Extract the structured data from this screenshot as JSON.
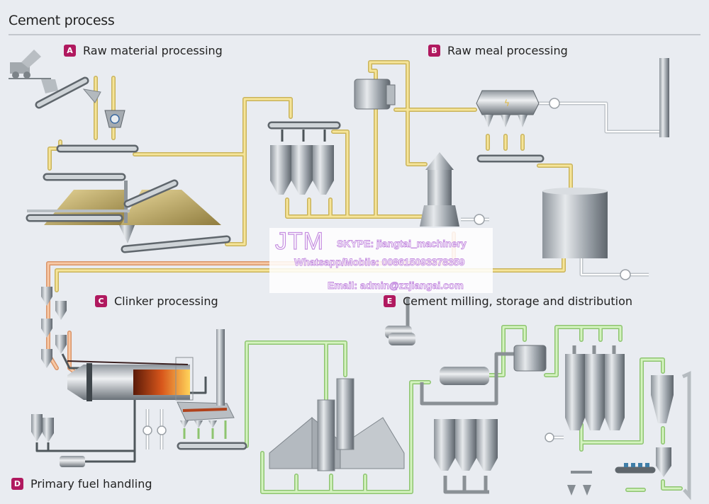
{
  "header": {
    "title": "Cement process"
  },
  "sections": [
    {
      "letter": "A",
      "label": "Raw material processing"
    },
    {
      "letter": "B",
      "label": "Raw meal processing"
    },
    {
      "letter": "C",
      "label": "Clinker processing"
    },
    {
      "letter": "D",
      "label": "Primary fuel handling"
    },
    {
      "letter": "E",
      "label": "Cement milling, storage and distribution"
    }
  ],
  "watermark": {
    "brand": "JTM",
    "skype": "SKYPE: jiangtai_machinery",
    "whatsapp": "Whatsapp/Mobile: 008615093378359",
    "email": "Email: admin@zzjiangai.com"
  },
  "colors": {
    "badge": "#b0195f",
    "raw_flow": "#f3dc7a",
    "clinker_flow": "#f2b58c",
    "cement_flow": "#b8e59a",
    "fuel_flow": "#5c6468",
    "air_flow": "#ffffff",
    "equipment": "#a7adb3"
  }
}
